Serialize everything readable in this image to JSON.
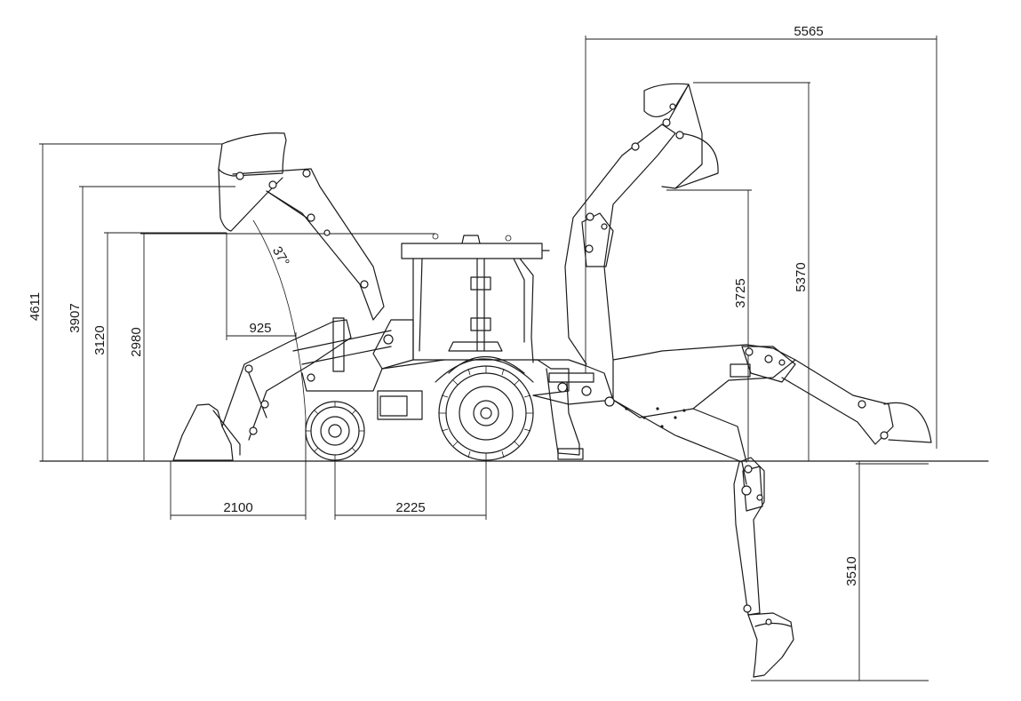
{
  "dimensions": {
    "reach_width": "5565",
    "bucket_height_max": "4611",
    "pin_height_max": "3907",
    "dump_height_upper": "3120",
    "dump_height": "2980",
    "dump_reach": "925",
    "dump_angle": "37°",
    "front_overhang": "2100",
    "wheelbase": "2225",
    "backhoe_load_height": "3725",
    "backhoe_max_height": "5370",
    "dig_depth": "3510"
  }
}
